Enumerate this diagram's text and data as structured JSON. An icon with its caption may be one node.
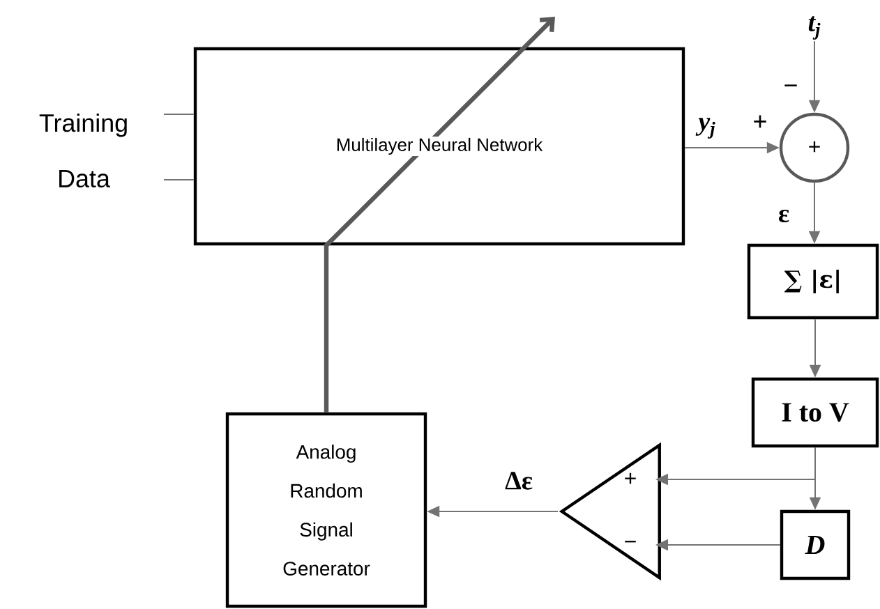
{
  "diagram": {
    "nodes": [
      {
        "text": [
          "Multilayer Neural Network"
        ]
      },
      {
        "text": [
          "Training Data"
        ]
      },
      {
        "text": [
          "+"
        ]
      },
      {
        "text": [
          "t$_{j}$"
        ]
      },
      {
        "text": [
          "∑ |ε|"
        ]
      },
      {
        "text": [
          "I to V"
        ]
      },
      {
        "text": [
          "D"
        ]
      },
      {
        "text": [
          "+",
          "−"
        ]
      },
      {
        "text": [
          "Analog Random Signal Generator"
        ]
      }
    ],
    "edges": [
      {
        "from": 1,
        "to": 0,
        "arrow": "none"
      },
      {
        "from": 1,
        "to": 0,
        "arrow": "none"
      },
      {
        "from": 0,
        "to": 2,
        "arrow": "to",
        "label": "y$_{j}$"
      },
      {
        "from": 3,
        "to": 2,
        "arrow": "to"
      },
      {
        "from": 2,
        "to": 4,
        "arrow": "to",
        "label": "ε"
      },
      {
        "from": 4,
        "to": 5,
        "arrow": "to"
      },
      {
        "from": 5,
        "to": 6,
        "arrow": "to"
      },
      {
        "from": 5,
        "to": 7,
        "arrow": "to"
      },
      {
        "from": 6,
        "to": 7,
        "arrow": "to"
      },
      {
        "from": 7,
        "to": 8,
        "arrow": "to",
        "label": "Δε"
      },
      {
        "from": 8,
        "to": 0,
        "arrow": "to",
        "style": "thick"
      }
    ],
    "labels": [
      "−",
      "+"
    ]
  }
}
